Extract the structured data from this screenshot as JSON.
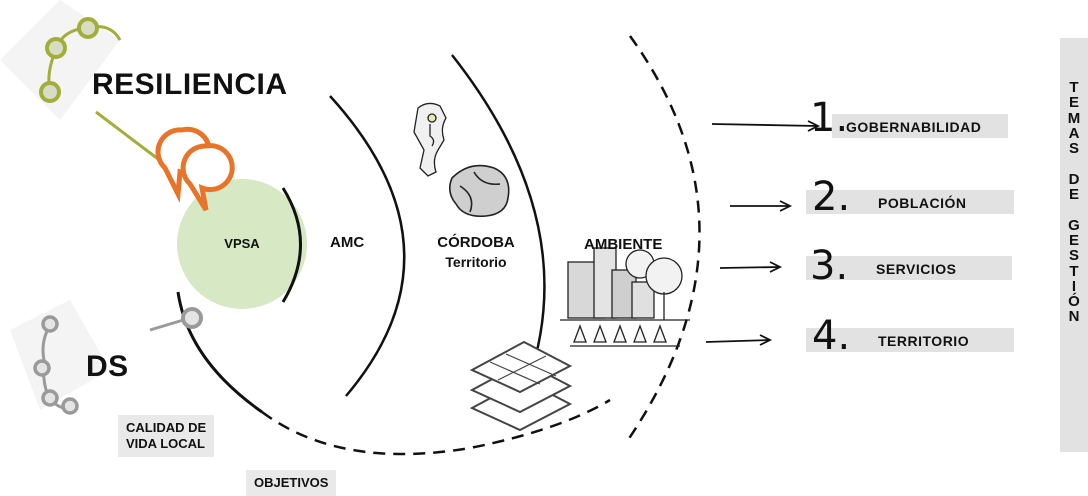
{
  "labels": {
    "resiliencia": "RESILIENCIA",
    "ds": "DS",
    "calidad_vida_local": "CALIDAD DE\nVIDA LOCAL",
    "objetivos": "OBJETIVOS"
  },
  "rings": {
    "vpsa": "VPSA",
    "amc": "AMC",
    "cordoba": "CÓRDOBA",
    "cordoba_sub": "Territorio",
    "ambiente": "AMBIENTE"
  },
  "topics": [
    {
      "number": "1.",
      "label": "GOBERNABILIDAD"
    },
    {
      "number": "2.",
      "label": "POBLACIÓN"
    },
    {
      "number": "3.",
      "label": "SERVICIOS"
    },
    {
      "number": "4.",
      "label": "TERRITORIO"
    }
  ],
  "side_label": "TEMAS DE GESTIÓN",
  "colors": {
    "accent_orange": "#e8742a",
    "green_circle": "#d6e8c4",
    "olive_nodes": "#a3ad3a",
    "grey_nodes": "#9a9a9a",
    "label_bg": "#e2e2e2"
  },
  "icons": [
    "location-pin-icon",
    "argentina-map-icon",
    "cordoba-map-icon",
    "city-trees-icon",
    "layers-icon"
  ]
}
